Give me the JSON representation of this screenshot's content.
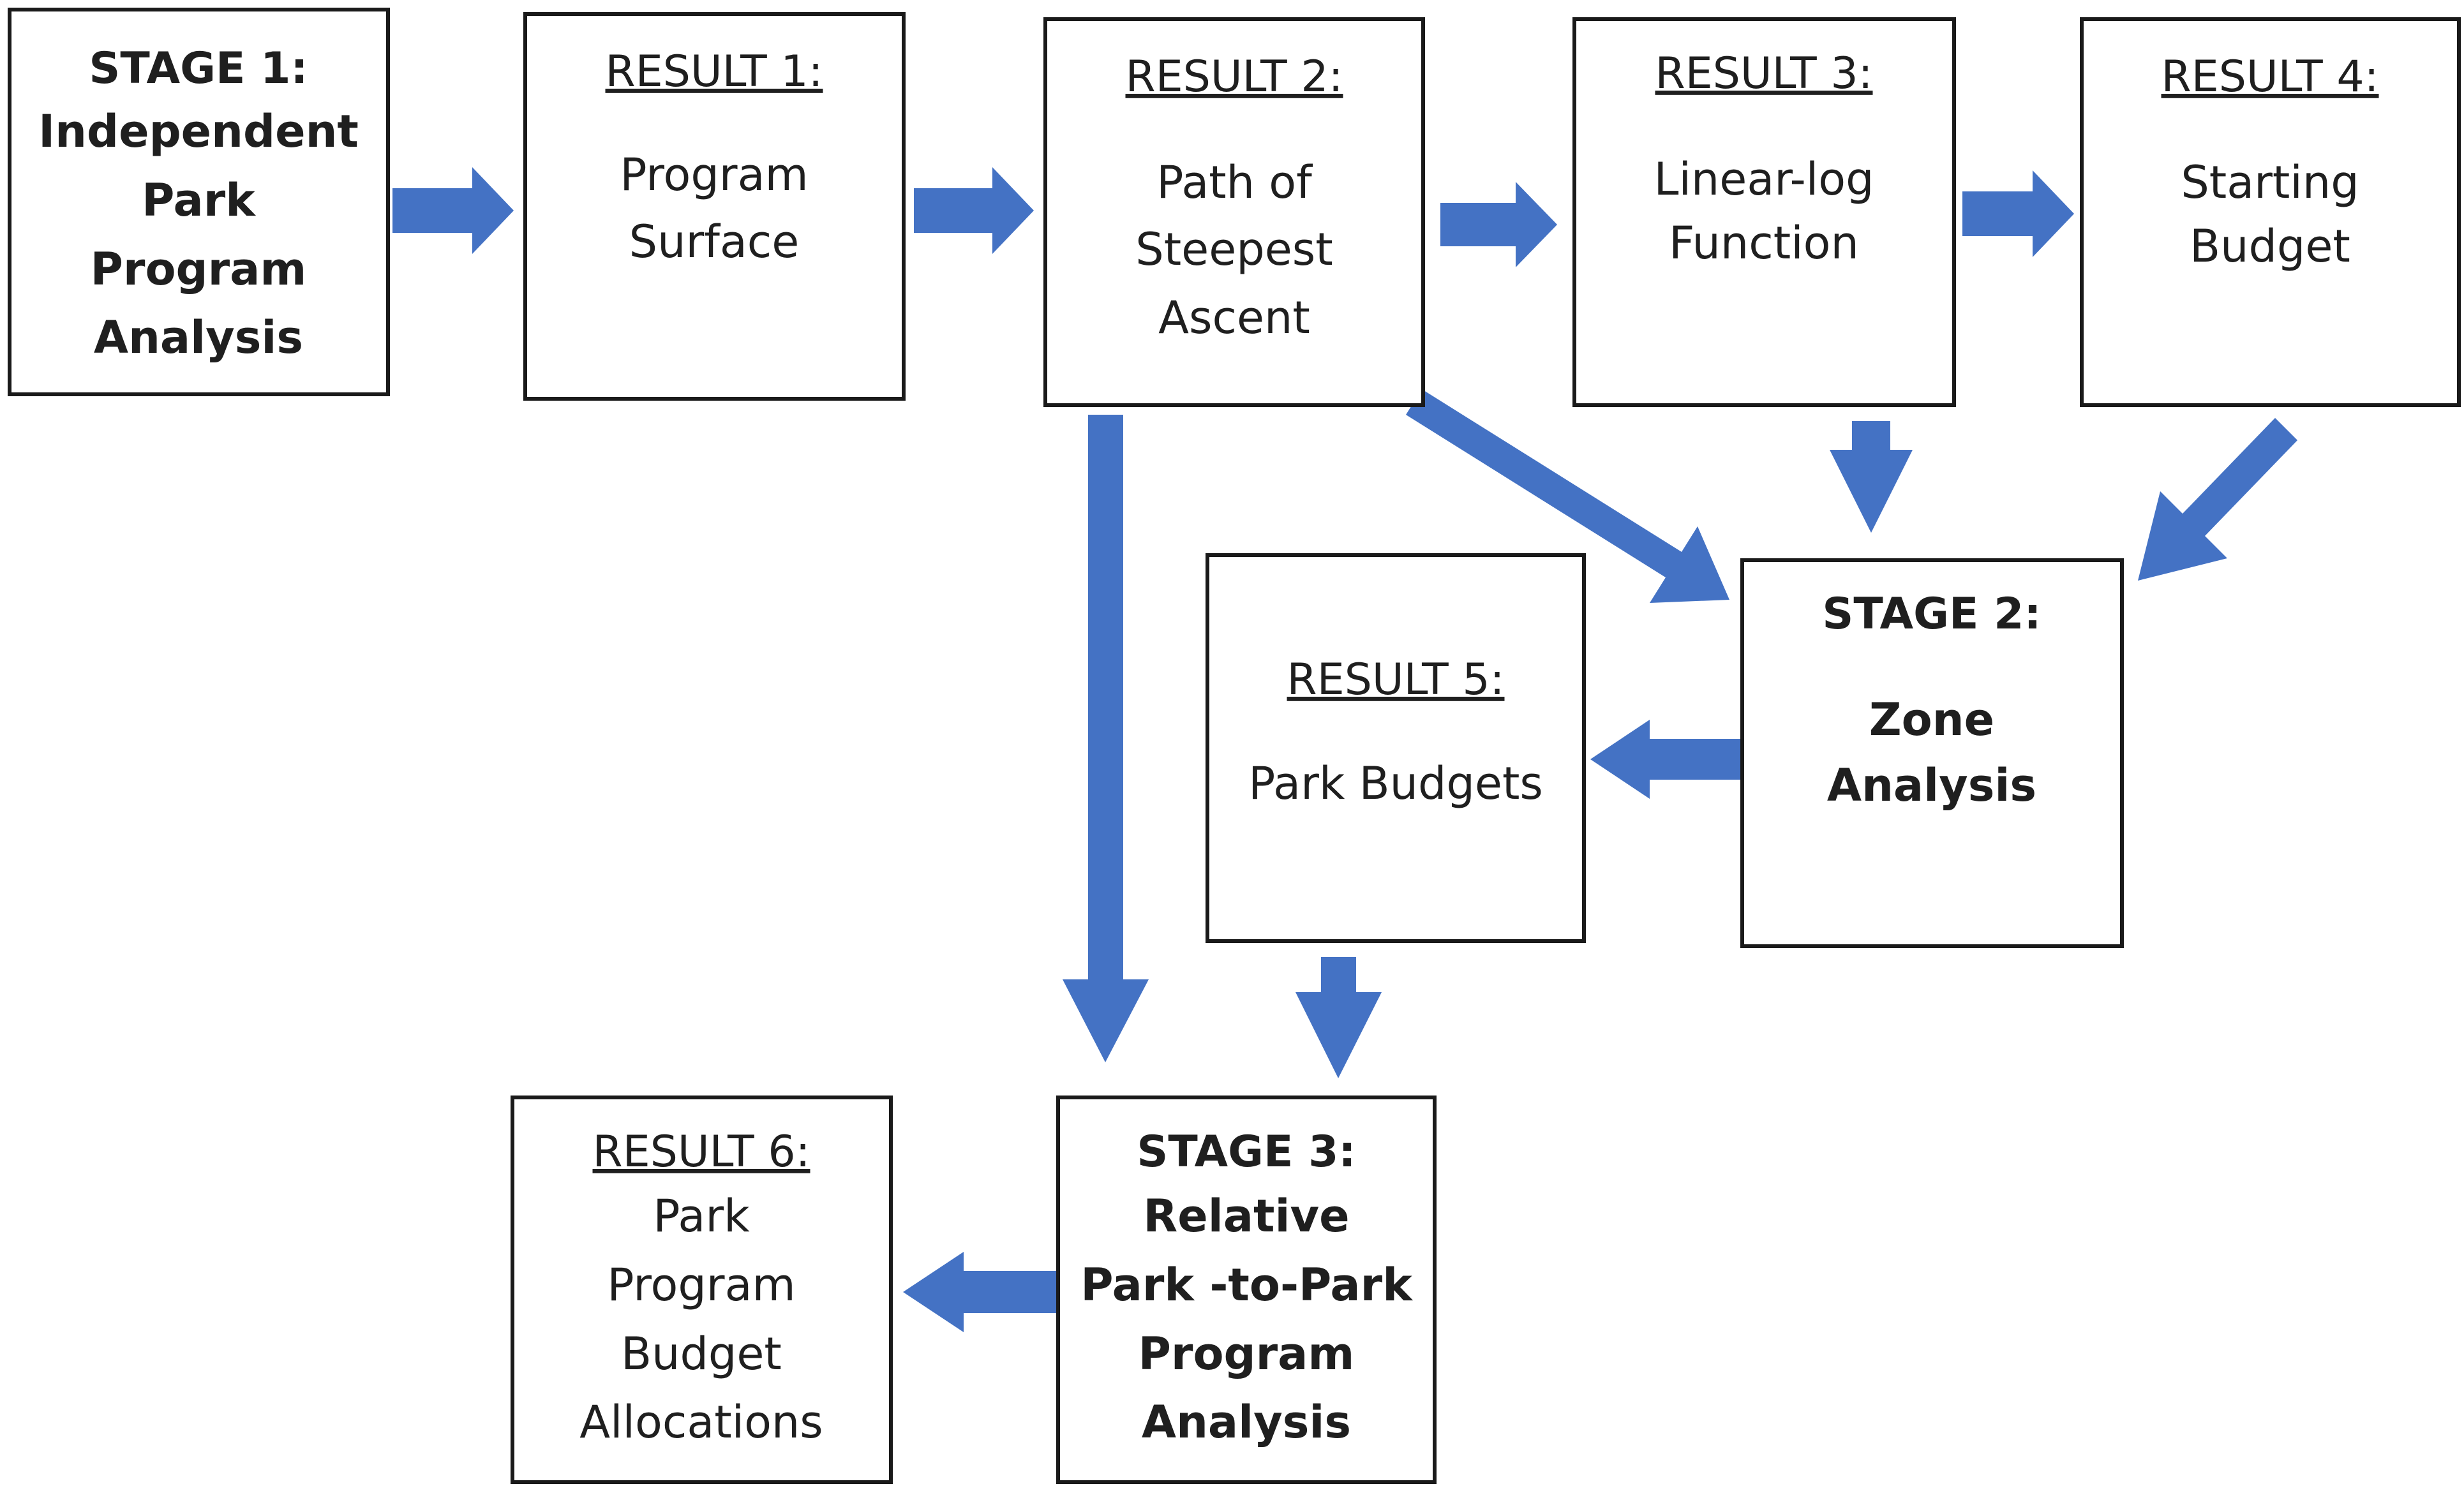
{
  "colors": {
    "arrow": "#4472c4",
    "box_border": "#1a1a1a",
    "text": "#1f1f1f",
    "background": "#ffffff"
  },
  "nodes": {
    "stage1": {
      "heading": "STAGE 1:",
      "lines": [
        "Independent",
        "Park",
        "Program",
        "Analysis"
      ]
    },
    "result1": {
      "heading": "RESULT 1:",
      "lines": [
        "Program",
        "Surface"
      ]
    },
    "result2": {
      "heading": "RESULT 2:",
      "lines": [
        "Path of",
        "Steepest",
        "Ascent"
      ]
    },
    "result3": {
      "heading": "RESULT 3:",
      "lines": [
        "Linear-log",
        "Function"
      ]
    },
    "result4": {
      "heading": "RESULT 4:",
      "lines": [
        "Starting",
        "Budget"
      ]
    },
    "stage2": {
      "heading": "STAGE 2:",
      "lines": [
        "Zone",
        "Analysis"
      ]
    },
    "result5": {
      "heading": "RESULT 5:",
      "lines": [
        "Park Budgets"
      ]
    },
    "stage3": {
      "heading": "STAGE 3:",
      "lines": [
        "Relative",
        "Park -to-Park",
        "Program",
        "Analysis"
      ]
    },
    "result6": {
      "heading": "RESULT 6:",
      "lines": [
        "Park",
        "Program",
        "Budget",
        "Allocations"
      ]
    }
  },
  "edges": [
    {
      "from": "stage1",
      "to": "result1"
    },
    {
      "from": "result1",
      "to": "result2"
    },
    {
      "from": "result2",
      "to": "result3"
    },
    {
      "from": "result3",
      "to": "result4"
    },
    {
      "from": "result2",
      "to": "stage2"
    },
    {
      "from": "result3",
      "to": "stage2"
    },
    {
      "from": "result4",
      "to": "stage2"
    },
    {
      "from": "stage2",
      "to": "result5"
    },
    {
      "from": "result2",
      "to": "stage3"
    },
    {
      "from": "result5",
      "to": "stage3"
    },
    {
      "from": "stage3",
      "to": "result6"
    }
  ]
}
